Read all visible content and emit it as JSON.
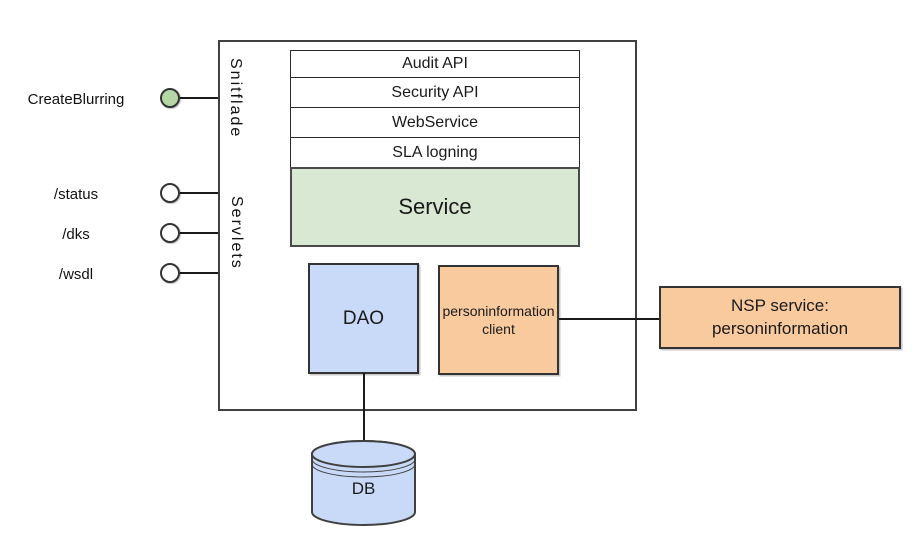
{
  "diagram": {
    "container": {
      "snitflade_label": "Snitflade",
      "servlets_label": "Servlets"
    },
    "api_stack": {
      "layers": [
        {
          "label": "Audit API"
        },
        {
          "label": "Security API"
        },
        {
          "label": "WebService"
        },
        {
          "label": "SLA logning"
        }
      ],
      "service_label": "Service"
    },
    "endpoints": [
      {
        "label": "CreateBlurring",
        "fill": "#b5d7a5"
      },
      {
        "label": "/status",
        "fill": "#ffffff"
      },
      {
        "label": "/dks",
        "fill": "#ffffff"
      },
      {
        "label": "/wsdl",
        "fill": "#ffffff"
      }
    ],
    "dao_label": "DAO",
    "client_box": {
      "line1": "personinformation",
      "line2": "client"
    },
    "nsp_box": {
      "line1": "NSP service:",
      "line2": "personinformation"
    },
    "db_label": "DB",
    "colors": {
      "service_green": "#d8e8d2",
      "endpoint_green": "#b5d7a5",
      "blue": "#c9daf8",
      "orange": "#f8ca9d",
      "edge": "#1a1a1a",
      "border": "#404040"
    }
  }
}
